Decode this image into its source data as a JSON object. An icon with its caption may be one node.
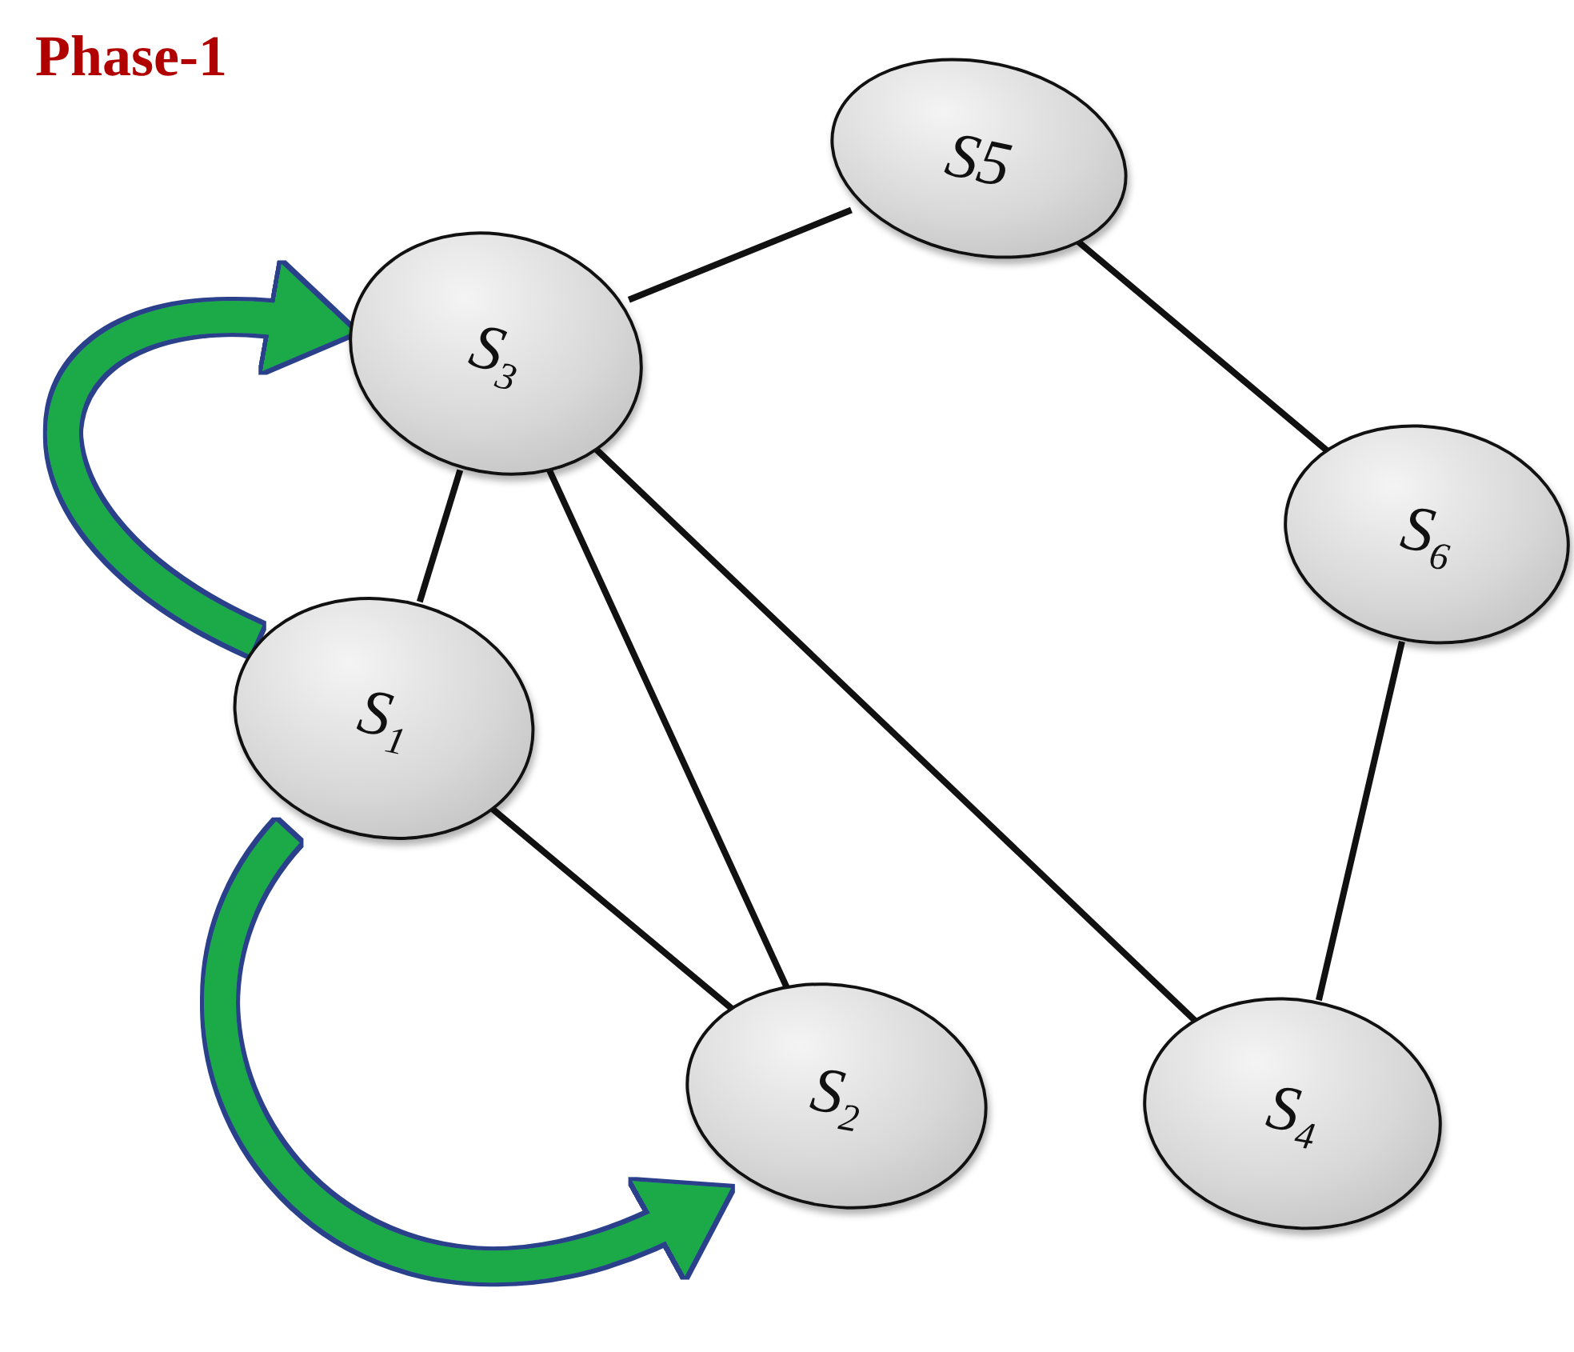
{
  "diagram": {
    "title": "Phase-1",
    "nodes": [
      {
        "text": [
          "S5"
        ]
      },
      {
        "text": [
          "S$_{3}$"
        ]
      },
      {
        "text": [
          "S$_{6}$"
        ]
      },
      {
        "text": [
          "S$_{1}$"
        ]
      },
      {
        "text": [
          "S$_{2}$"
        ]
      },
      {
        "text": [
          "S$_{4}$"
        ]
      }
    ],
    "edges": [
      {
        "from": 1,
        "to": 0,
        "arrow": "none"
      },
      {
        "from": 0,
        "to": 2,
        "arrow": "none"
      },
      {
        "from": 1,
        "to": 3,
        "arrow": "none"
      },
      {
        "from": 1,
        "to": 4,
        "arrow": "none"
      },
      {
        "from": 1,
        "to": 5,
        "arrow": "none"
      },
      {
        "from": 3,
        "to": 4,
        "arrow": "none"
      },
      {
        "from": 2,
        "to": 5,
        "arrow": "none"
      },
      {
        "from": 3,
        "to": 1,
        "arrow": "to",
        "style": "thick",
        "color": "#1faa4a"
      },
      {
        "from": 3,
        "to": 4,
        "arrow": "to",
        "style": "thick",
        "color": "#1faa4a"
      }
    ]
  }
}
